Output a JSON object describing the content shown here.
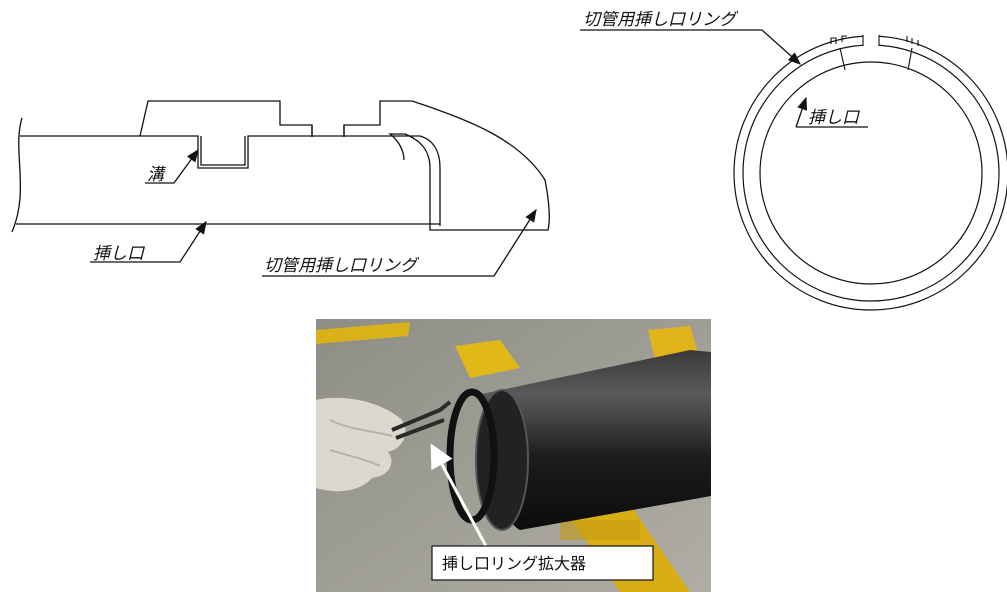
{
  "section_view": {
    "groove_label": "溝",
    "spigot_label": "挿し口",
    "ring_label": "切管用挿し口リング"
  },
  "ring_view": {
    "ring_label": "切管用挿し口リング",
    "spigot_label": "挿し口"
  },
  "photo": {
    "caption": "挿し口リング拡大器"
  }
}
